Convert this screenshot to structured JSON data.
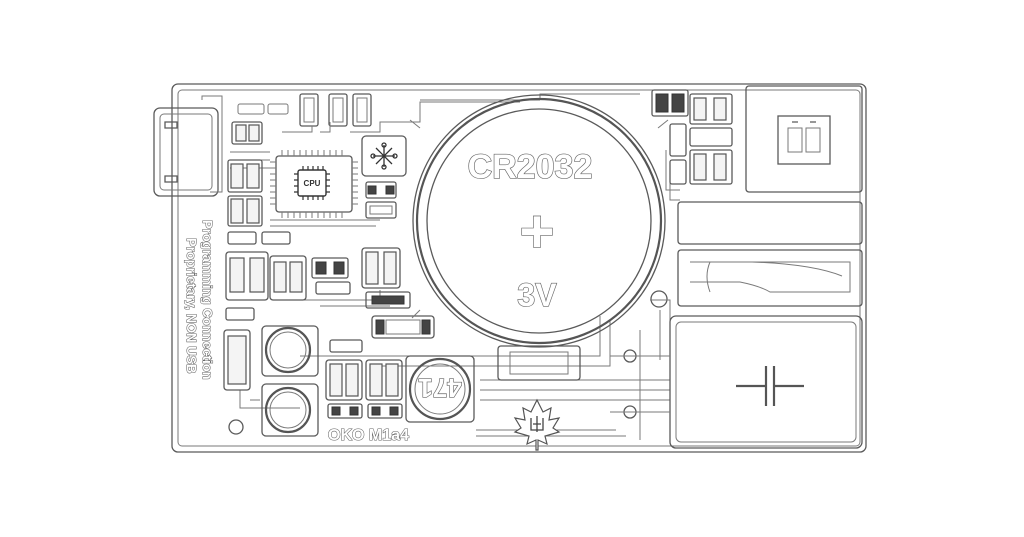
{
  "board": {
    "battery_model": "CR2032",
    "battery_voltage": "3V",
    "plus_symbol": "+",
    "cpu_label": "CPU",
    "side_text_line1": "Programming Connection",
    "side_text_line2": "Proprietary, NON USB",
    "board_name": "OKO M1a4",
    "inductor_marking": "471"
  }
}
